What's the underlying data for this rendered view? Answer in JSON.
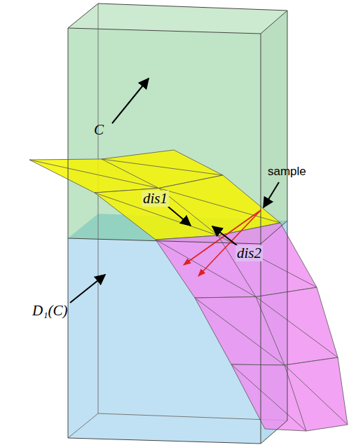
{
  "diagram": {
    "labels": [
      "C",
      "sample",
      "dis1",
      "dis2",
      "D₁(C)"
    ]
  }
}
